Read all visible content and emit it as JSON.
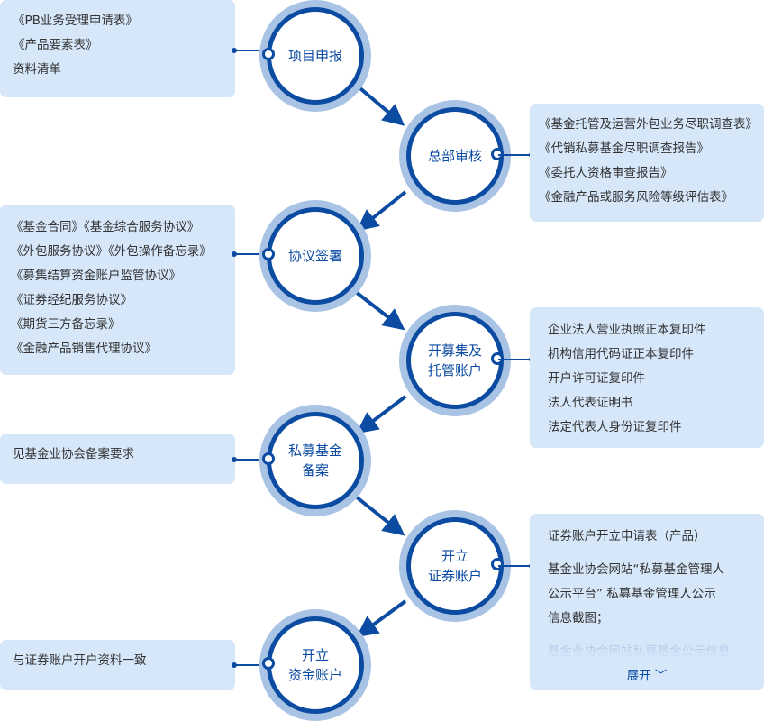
{
  "steps": [
    {
      "lines": [
        "项目申报"
      ]
    },
    {
      "lines": [
        "总部审核"
      ]
    },
    {
      "lines": [
        "协议签署"
      ]
    },
    {
      "lines": [
        "开募集及",
        "托管账户"
      ]
    },
    {
      "lines": [
        "私募基金",
        "备案"
      ]
    },
    {
      "lines": [
        "开立",
        "证券账户"
      ]
    },
    {
      "lines": [
        "开立",
        "资金账户"
      ]
    }
  ],
  "docs": [
    {
      "lines": [
        "《PB业务受理申请表》",
        "《产品要素表》",
        "资料清单"
      ]
    },
    {
      "lines": [
        "《基金托管及运营外包业务尽职调查表》",
        "《代销私募基金尽职调查报告》",
        "《委托人资格审查报告》",
        "《金融产品或服务风险等级评估表》"
      ]
    },
    {
      "lines": [
        "《基金合同》《基金综合服务协议》",
        "《外包服务协议》《外包操作备忘录》",
        "《募集结算资金账户监管协议》",
        "《证券经纪服务协议》",
        "《期货三方备忘录》",
        "《金融产品销售代理协议》"
      ]
    },
    {
      "lines": [
        "企业法人营业执照正本复印件",
        "机构信用代码证正本复印件",
        "开户许可证复印件",
        "法人代表证明书",
        "法定代表人身份证复印件"
      ]
    },
    {
      "lines": [
        "见基金业协会备案要求"
      ]
    },
    {
      "lines": [
        "证券账户开立申请表（产品）",
        "基金业协会网站“私募基金管理人",
        "公示平台” 私募基金管理人公示",
        "信息截图；",
        "基金业协会网站私募基金公示信息"
      ]
    },
    {
      "lines": [
        "与证券账户开户资料一致"
      ]
    }
  ],
  "expand_label": "展开 ﹀",
  "colors": {
    "accent": "#0b4ba1",
    "ring": "#a9c3e5",
    "box": "#d6e7fa"
  }
}
